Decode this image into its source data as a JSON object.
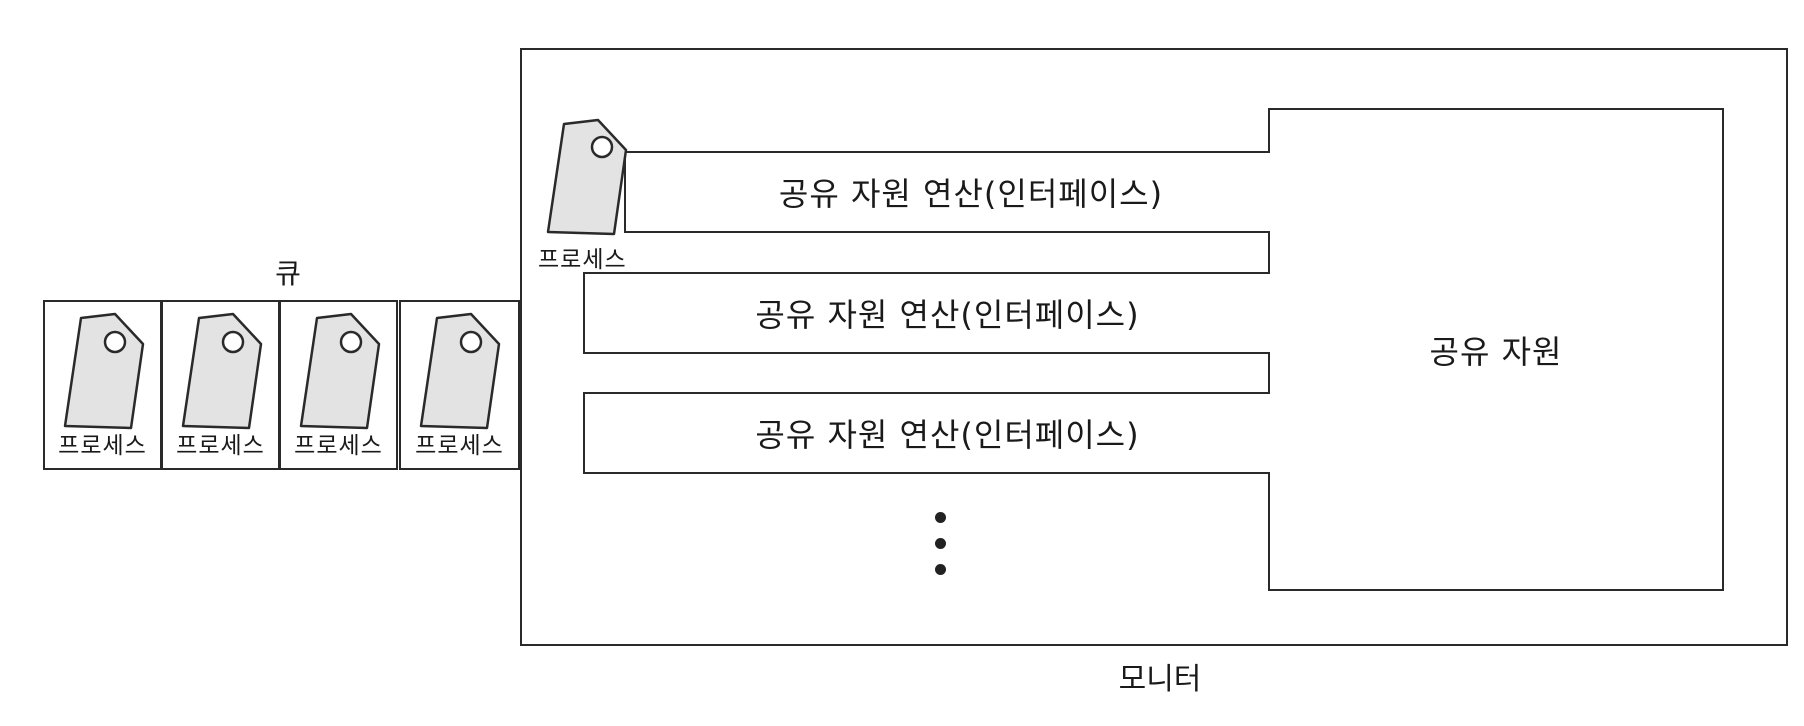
{
  "queue": {
    "label": "큐",
    "items": [
      "프로세스",
      "프로세스",
      "프로세스",
      "프로세스"
    ]
  },
  "monitor": {
    "label": "모니터",
    "active_process": "프로세스",
    "operations": [
      "공유 자원 연산(인터페이스)",
      "공유 자원 연산(인터페이스)",
      "공유 자원 연산(인터페이스)"
    ],
    "shared_resource": "공유 자원"
  },
  "icons": {
    "process": "process-tag-icon",
    "more": "vertical-ellipsis-icon"
  },
  "colors": {
    "stroke": "#2a2a2a",
    "tag_fill": "#e3e3e3"
  }
}
